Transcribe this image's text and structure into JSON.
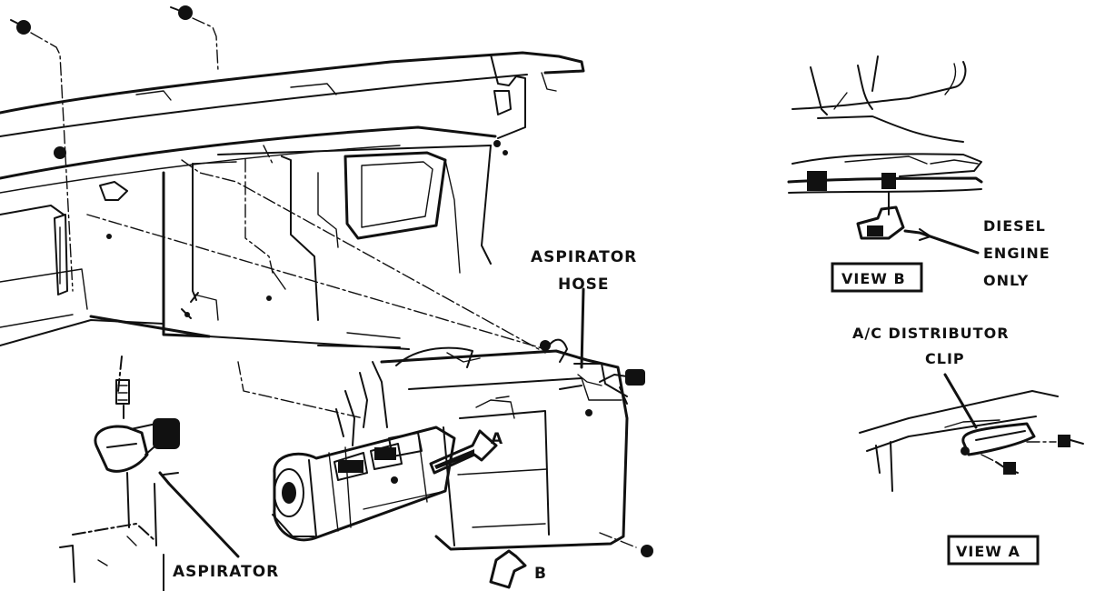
{
  "labels": {
    "aspirator_hose_line1": "ASPIRATOR",
    "aspirator_hose_line2": "HOSE",
    "aspirator": "ASPIRATOR",
    "arrow_a": "A",
    "arrow_b": "B",
    "view_b": "VIEW B",
    "view_a": "VIEW A",
    "diesel_line1": "DIESEL",
    "diesel_line2": "ENGINE",
    "diesel_line3": "ONLY",
    "clip_line1": "A/C DISTRIBUTOR",
    "clip_line2": "CLIP"
  }
}
